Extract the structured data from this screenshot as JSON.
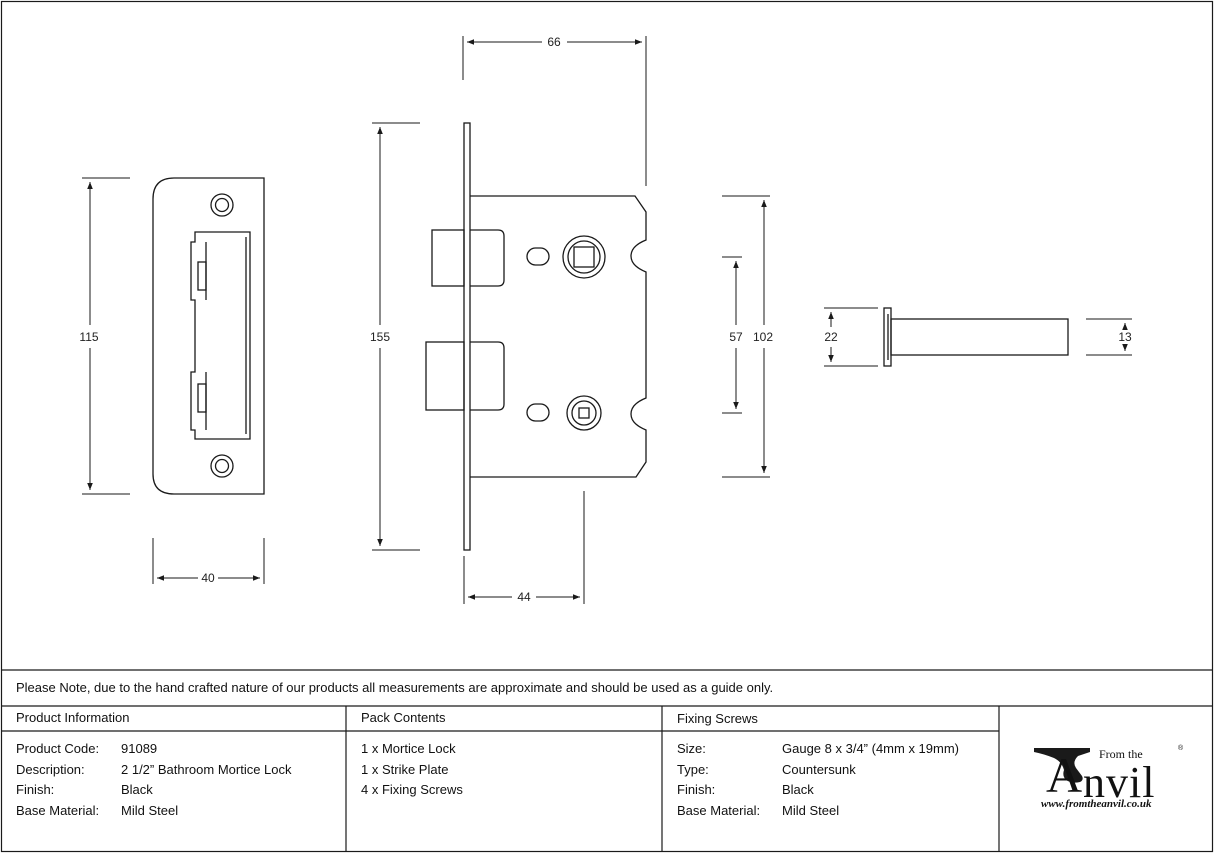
{
  "dimensions": {
    "strike_plate_height": "115",
    "strike_plate_width": "40",
    "faceplate_height": "155",
    "case_depth": "66",
    "backset": "44",
    "case_height": "102",
    "follower_centres": "57",
    "spindle_plate": "22",
    "spindle_diameter": "13"
  },
  "note": "Please Note, due to the hand crafted nature of our products all measurements are approximate and should be used as a guide only.",
  "product_info": {
    "heading": "Product Information",
    "rows": [
      {
        "label": "Product Code:",
        "value": "91089"
      },
      {
        "label": "Description:",
        "value": "2 1/2” Bathroom Mortice Lock"
      },
      {
        "label": "Finish:",
        "value": "Black"
      },
      {
        "label": "Base Material:",
        "value": "Mild Steel"
      }
    ]
  },
  "pack_contents": {
    "heading": "Pack Contents",
    "items": [
      "1 x Mortice Lock",
      "1 x Strike Plate",
      "4 x Fixing Screws"
    ]
  },
  "fixing_screws": {
    "heading": "Fixing Screws",
    "rows": [
      {
        "label": "Size:",
        "value": "Gauge 8 x 3/4” (4mm x 19mm)"
      },
      {
        "label": "Type:",
        "value": "Countersunk"
      },
      {
        "label": "Finish:",
        "value": "Black"
      },
      {
        "label": "Base Material:",
        "value": "Mild Steel"
      }
    ]
  },
  "logo": {
    "from_the": "From the",
    "brand_initial": "A",
    "brand_rest": "nvil",
    "registered": "®",
    "url": "www.fromtheanvil.co.uk"
  },
  "colors": {
    "line": "#1a1a1a",
    "background": "#ffffff"
  }
}
